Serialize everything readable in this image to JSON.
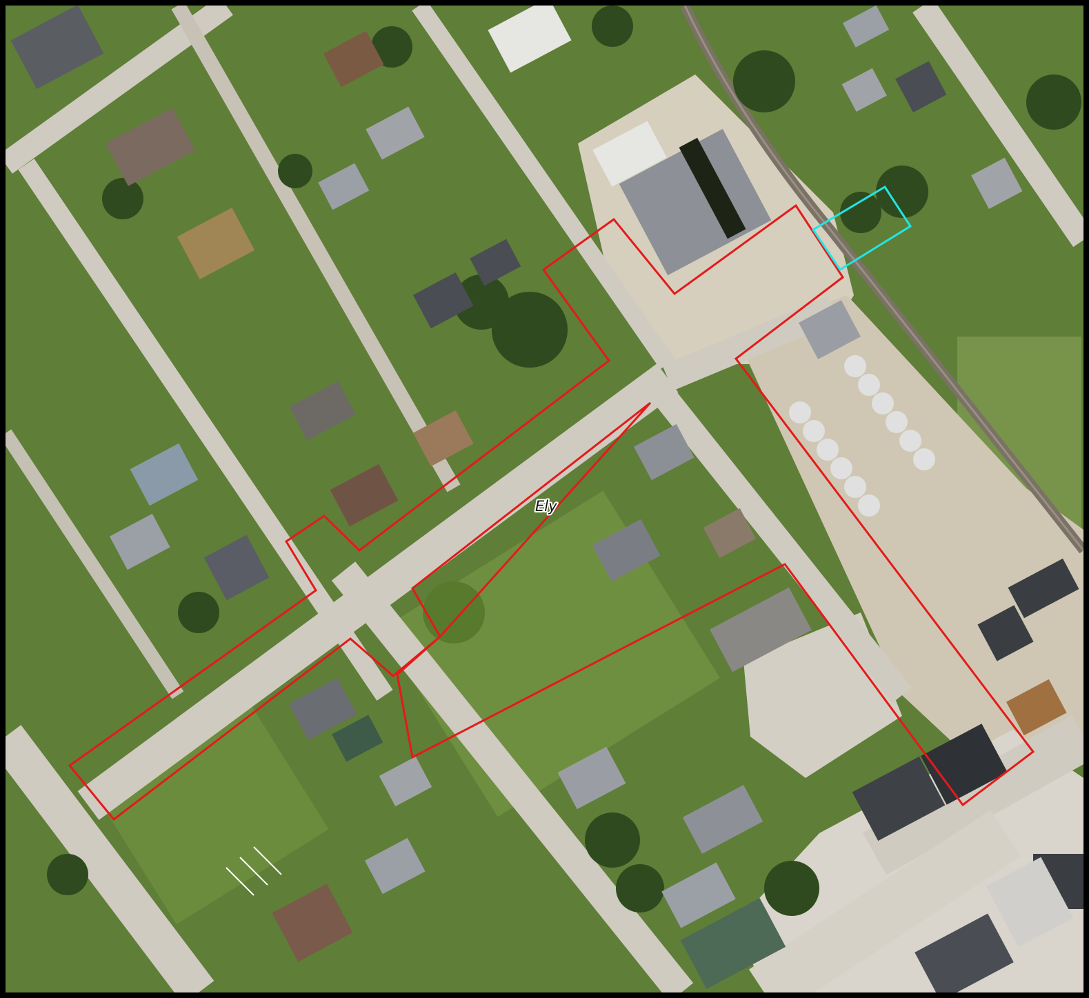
{
  "map": {
    "type": "aerial-imagery-parcel-map",
    "street_labels": [
      {
        "text": "Ely"
      }
    ],
    "overlays": [
      {
        "name": "red-boundary",
        "color": "#e41a1a"
      },
      {
        "name": "cyan-boundary",
        "color": "#22e5e5"
      }
    ],
    "colors": {
      "grass": "#5f7e37",
      "grass_light": "#7b9a47",
      "road": "#cfcbc0",
      "gravel": "#d9d3c4",
      "roof_gray": "#8d9096",
      "roof_dark": "#4a4d53",
      "roof_brown": "#7a5a43",
      "roof_white": "#e6e6e2",
      "tree": "#2f4a1f",
      "shadow": "#1d2415",
      "rail": "#7a7266",
      "frame": "#000000"
    }
  }
}
